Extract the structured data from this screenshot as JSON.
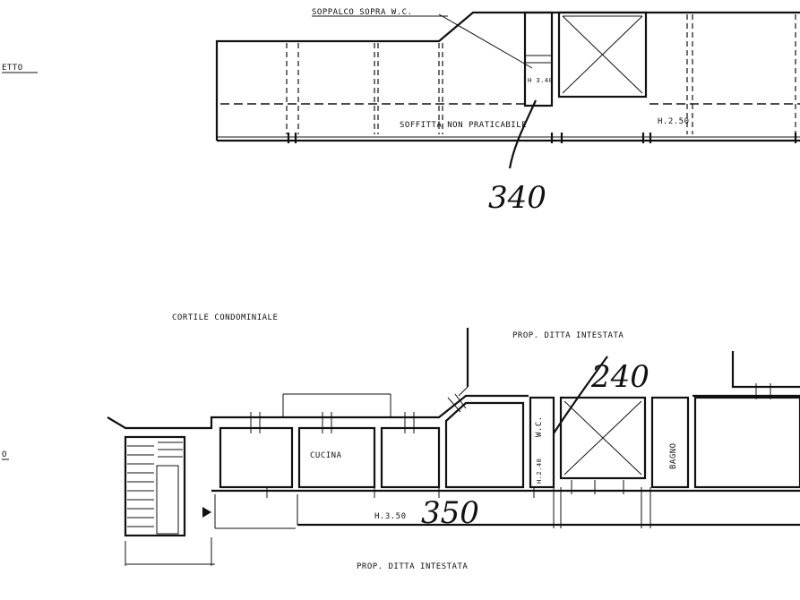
{
  "upper_plan": {
    "side_label": "ETTO",
    "mezzanine_label": "SOPPALCO SOPRA W.C.",
    "attic_label": "SOFFITTA NON PRATICABILE",
    "height_label": "H.2.50",
    "small_height_label": "H 3.40",
    "handwritten_number": "340"
  },
  "lower_plan": {
    "side_label": "O",
    "courtyard_label": "CORTILE CONDOMINIALE",
    "owner_top_label": "PROP. DITTA INTESTATA",
    "owner_bottom_label": "PROP. DITTA INTESTATA",
    "kitchen_label": "CUCINA",
    "bath_label": "BAGNO",
    "wc_label": "W.C.",
    "height_label": "H.3.50",
    "small_height_label": "H.2.40",
    "handwritten_number_a": "240",
    "handwritten_number_b": "350"
  }
}
